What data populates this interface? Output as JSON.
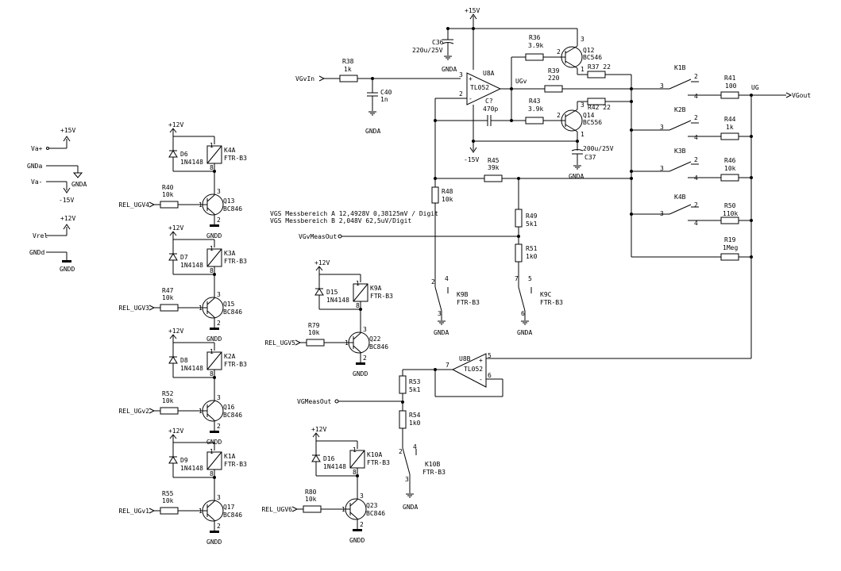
{
  "power": {
    "p15": "+15V",
    "m15": "-15V",
    "p12": "+12V",
    "gnda": "GNDA",
    "gndd": "GNDD"
  },
  "left_ports": {
    "va_plus": "Va+",
    "gnda_port": "GNDa",
    "va_minus": "Va-",
    "vrel": "Vrel",
    "gndd_port": "GNDd"
  },
  "nets": {
    "vgvin": "VGvIn",
    "vgout": "VGout",
    "ugv": "UGv",
    "ug": "UG",
    "vgvmeasout": "VGvMeasOut",
    "vgmeasout": "VGMeasOut",
    "rel_ugv4": "REL_UGV4",
    "rel_ugv3": "REL_UGV3",
    "rel_ugv2": "REL_UGv2",
    "rel_ugv1": "REL_UGv1",
    "rel_ugv5": "REL_UGV5",
    "rel_ugv6": "REL_UGV6"
  },
  "notes": {
    "range_a": "VGS Messbereich A 12,4928V 0,38125mV / Digit",
    "range_b": "VGS Messbereich B 2,048V 62,5uV/Digit"
  },
  "parts": {
    "r38": "R38",
    "r38v": "1k",
    "c40": "C40",
    "c40v": "1n",
    "c36": "C36",
    "c36v": "220u/25V",
    "u8a": "U8A",
    "u8t": "TL052",
    "r36": "R36",
    "r36v": "3.9k",
    "q12": "Q12",
    "q12t": "BC546",
    "r39": "R39",
    "r39v": "220",
    "r37": "R37 22",
    "c7": "C?",
    "c7v": "470p",
    "r43": "R43",
    "r43v": "3.9k",
    "r42": "R42 22",
    "q14": "Q14",
    "q14t": "BC556",
    "c37": "C37",
    "c37v": "200u/25V",
    "r45": "R45",
    "r45v": "39k",
    "r48": "R48",
    "r48v": "10k",
    "r49": "R49",
    "r49v": "5k1",
    "r51": "R51",
    "r51v": "1k0",
    "k9b": "K9B",
    "k9c": "K9C",
    "ftr": "FTR-B3",
    "k1b": "K1B",
    "k2b": "K2B",
    "k3b": "K3B",
    "k4b": "K4B",
    "r41": "R41",
    "r41v": "100",
    "r44": "R44",
    "r44v": "1k",
    "r46": "R46",
    "r46v": "10k",
    "r50": "R50",
    "r50v": "110k",
    "r19": "R19",
    "r19v": "1Meg",
    "u8b": "U8B",
    "r53": "R53",
    "r53v": "5k1",
    "r54": "R54",
    "r54v": "1k0",
    "k10b": "K10B",
    "d6": "D6",
    "d7": "D7",
    "d8": "D8",
    "d9": "D9",
    "d15": "D15",
    "d16": "D16",
    "d": "1N4148",
    "k4a": "K4A",
    "k3a": "K3A",
    "k2a": "K2A",
    "k1a": "K1A",
    "k9a": "K9A",
    "k10a": "K10A",
    "r40": "R40",
    "r47": "R47",
    "r52": "R52",
    "r55": "R55",
    "r79": "R79",
    "r80": "R80",
    "rv": "10k",
    "q13": "Q13",
    "q15": "Q15",
    "q16": "Q16",
    "q17": "Q17",
    "q22": "Q22",
    "q23": "Q23",
    "bc": "BC846"
  },
  "pins": {
    "p1": "1",
    "p2": "2",
    "p3": "3",
    "p4": "4",
    "p5": "5",
    "p6": "6",
    "p7": "7",
    "p8": "8",
    "plus": "+",
    "minus": "-"
  }
}
